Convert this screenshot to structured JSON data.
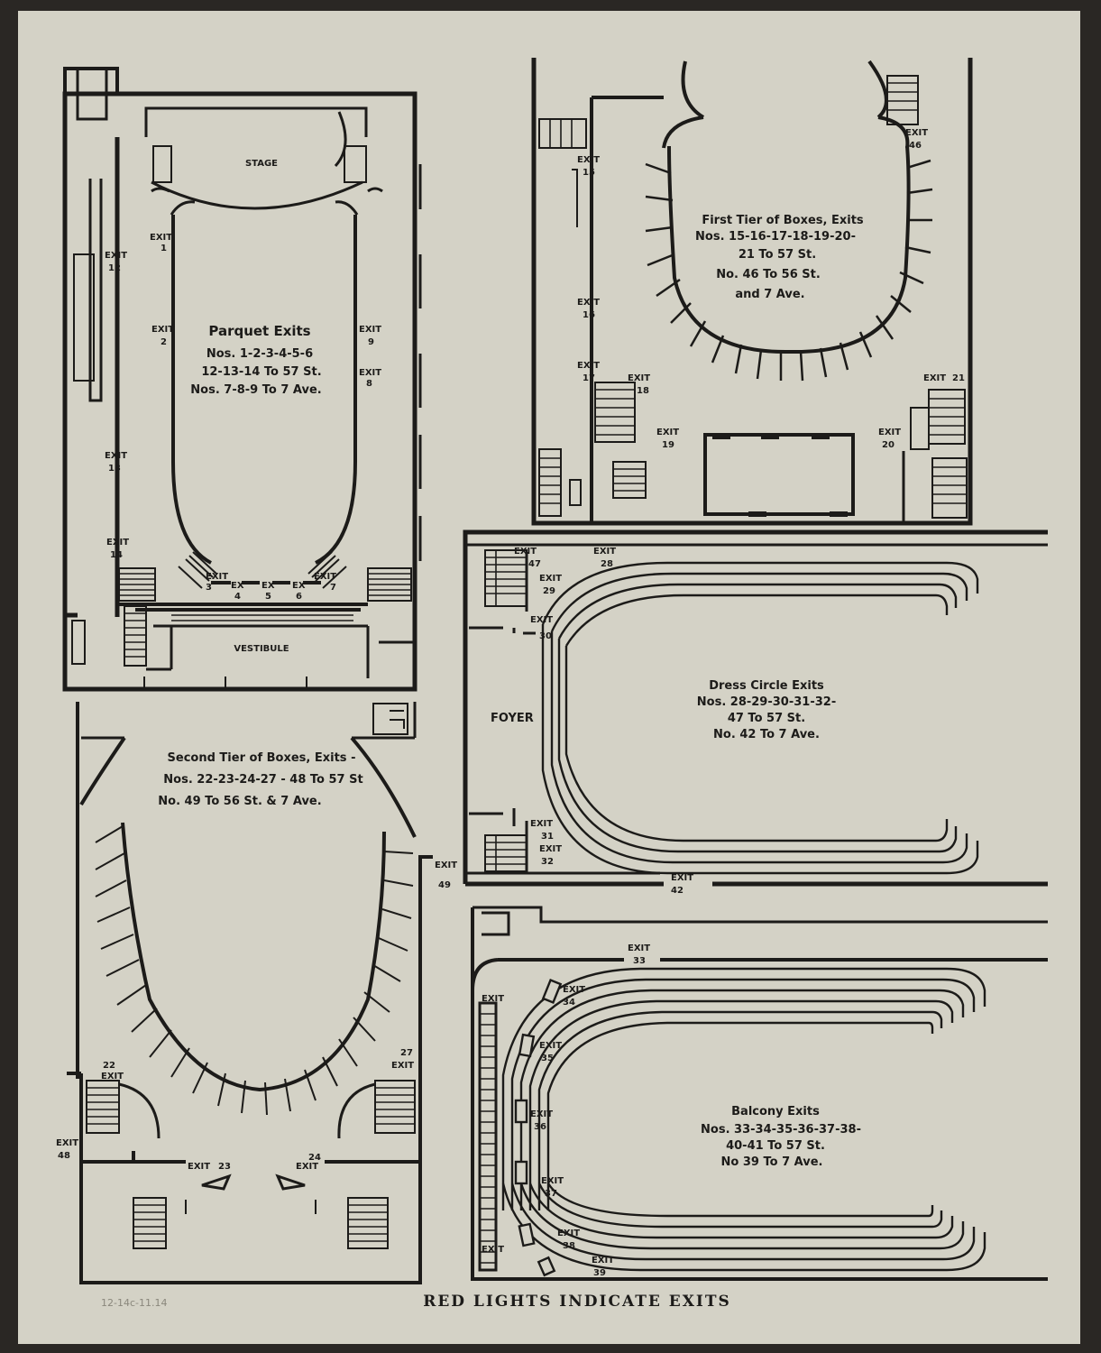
{
  "stage_label": "STAGE",
  "vestibule_label": "VESTIBULE",
  "foyer_label": "FOYER",
  "exit_word": "EXIT",
  "ex_word": "EX",
  "parquet": {
    "title": "Parquet Exits",
    "line1": "Nos. 1-2-3-4-5-6",
    "line2": "12-13-14 To 57 St.",
    "line3": "Nos. 7-8-9 To 7 Ave.",
    "exits": [
      "1",
      "2",
      "3",
      "4",
      "5",
      "6",
      "7",
      "8",
      "9",
      "12",
      "13",
      "14"
    ]
  },
  "first_tier": {
    "line1": "First Tier of Boxes, Exits",
    "line2": "Nos. 15-16-17-18-19-20-",
    "line3": "21 To 57 St.",
    "line4": "No. 46 To 56 St.",
    "line5": "and 7 Ave.",
    "exits": [
      "15",
      "16",
      "17",
      "18",
      "19",
      "20",
      "21",
      "46"
    ]
  },
  "second_tier": {
    "line1": "Second Tier of Boxes, Exits -",
    "line2": "Nos. 22-23-24-27 - 48 To 57 St",
    "line3": "No. 49 To 56 St. & 7 Ave.",
    "exits": [
      "22",
      "23",
      "24",
      "27",
      "48",
      "49"
    ]
  },
  "dress_circle": {
    "line1": "Dress Circle Exits",
    "line2": "Nos. 28-29-30-31-32-",
    "line3": "47 To 57 St.",
    "line4": "No. 42 To 7 Ave.",
    "exits": [
      "28",
      "29",
      "30",
      "31",
      "32",
      "42",
      "47"
    ]
  },
  "balcony": {
    "line1": "Balcony Exits",
    "line2": "Nos. 33-34-35-36-37-38-",
    "line3": "40-41 To 57 St.",
    "line4": "No 39 To 7 Ave.",
    "exits": [
      "33",
      "34",
      "35",
      "36",
      "37",
      "38",
      "39"
    ]
  },
  "caption": "RED LIGHTS INDICATE EXITS",
  "pencil_note": "12-14c-11.14"
}
